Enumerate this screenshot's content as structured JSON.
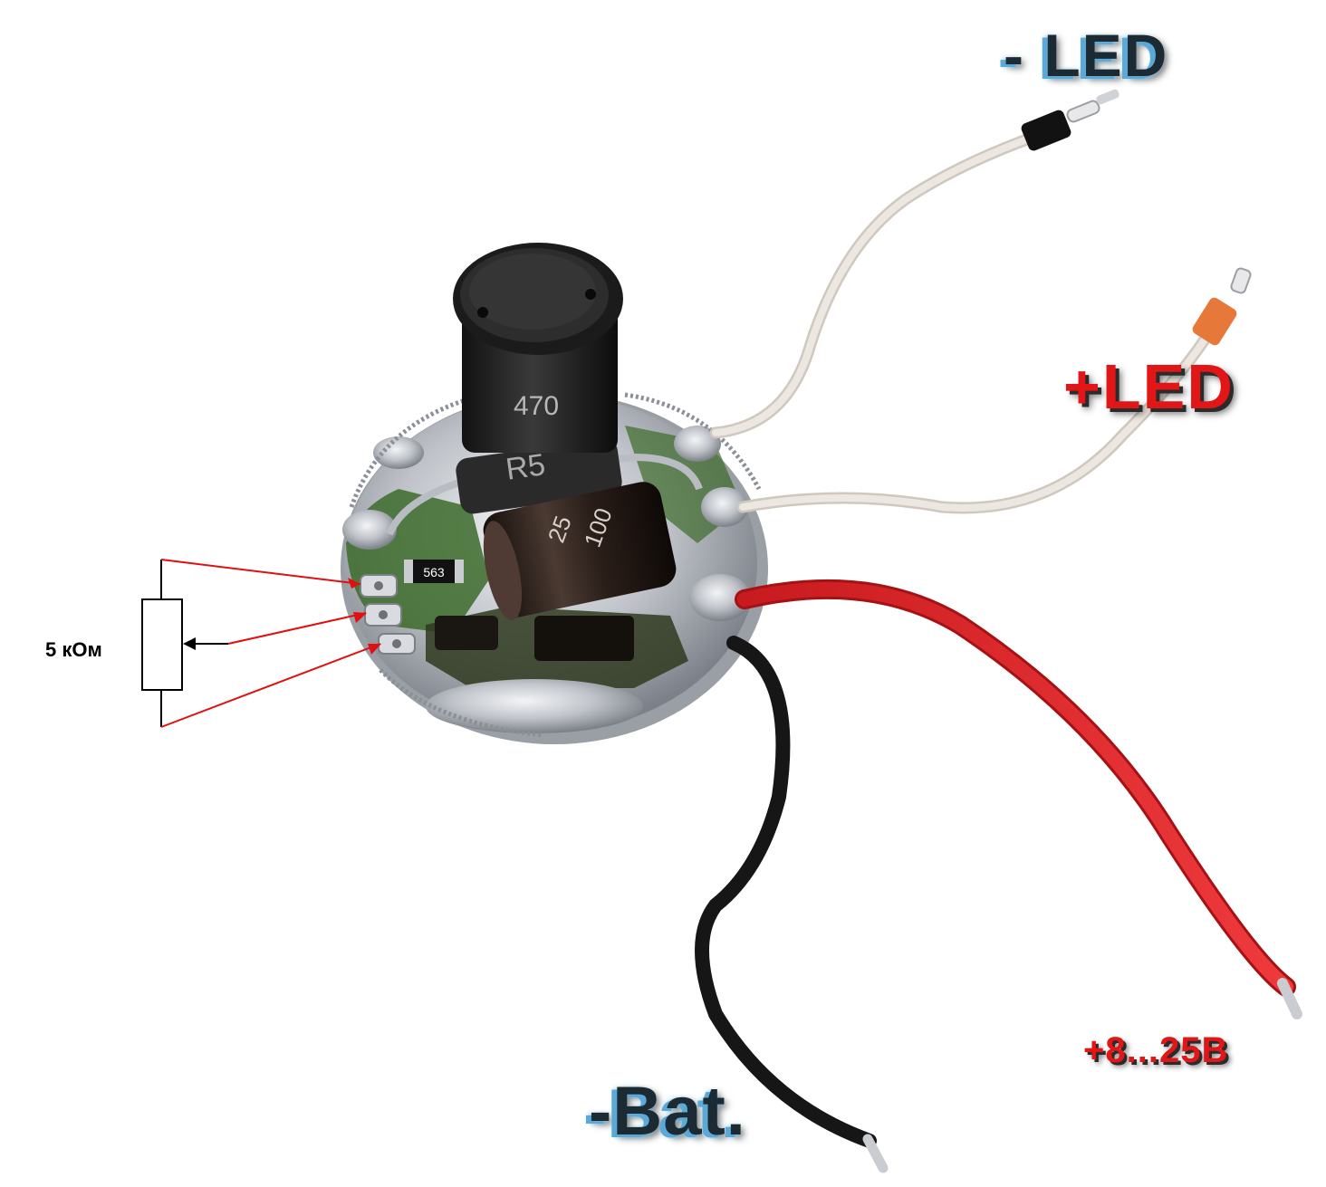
{
  "labels": {
    "minus_led": "- LED",
    "plus_led": "+LED",
    "supply_voltage": "+8...25B",
    "minus_bat": "-Bat.",
    "potentiometer": "5 кОм"
  },
  "components": {
    "inductor_marking": "470",
    "diode_marking": "R5",
    "smd_resistor_marking": "563",
    "capacitor_voltage": "25",
    "capacitor_capacitance": "100"
  },
  "colors": {
    "led_minus_wire": "#e8e3dc",
    "led_plus_wire": "#e8e3dc",
    "supply_wire": "#e2262a",
    "ground_wire": "#161616",
    "connection_lines": "#e01010",
    "led_label_blue": "#5aa9d6",
    "label_red": "#e21616",
    "solder": "#c9ccd1",
    "pcb_green": "#3c6b2a"
  }
}
